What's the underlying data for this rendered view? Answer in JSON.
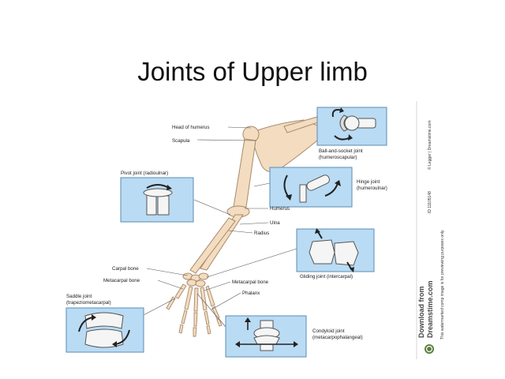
{
  "slide": {
    "title": "Joints of Upper limb"
  },
  "labels": {
    "head_of_humerus": "Head of humerus",
    "scapula": "Scapula",
    "ball_socket_1": "Ball-and-socket joint",
    "ball_socket_2": "(humeroscapular)",
    "pivot": "Pivot joint (radioulnar)",
    "hinge_1": "Hinge joint",
    "hinge_2": "(humeroulnar)",
    "humerus": "Humerus",
    "ulna": "Ulna",
    "radius": "Radius",
    "carpal_bone": "Carpal bone",
    "metacarpal_bone_left": "Metacarpal bone",
    "metacarpal_bone_right": "Metacarpal bone",
    "phalanx": "Phalanx",
    "gliding": "Gliding joint (intercarpal)",
    "saddle_1": "Saddle joint",
    "saddle_2": "(trapeziometacarpal)",
    "condyloid_1": "Condyloid joint",
    "condyloid_2": "(metacarpophalangeal)"
  },
  "sidebar": {
    "id_text": "ID 11105148",
    "credit": "© Legger | Dreamstime.com",
    "brand_small": "Download from",
    "brand": "Dreamstime.com",
    "note": "This watermarked comp image is for previewing purposes only."
  },
  "colors": {
    "bone_fill": "#f3dcc0",
    "bone_stroke": "#a88a6a",
    "box_fill": "#b9dbf4",
    "box_stroke": "#5a8db5",
    "joint_fill": "#f5f5f5"
  }
}
